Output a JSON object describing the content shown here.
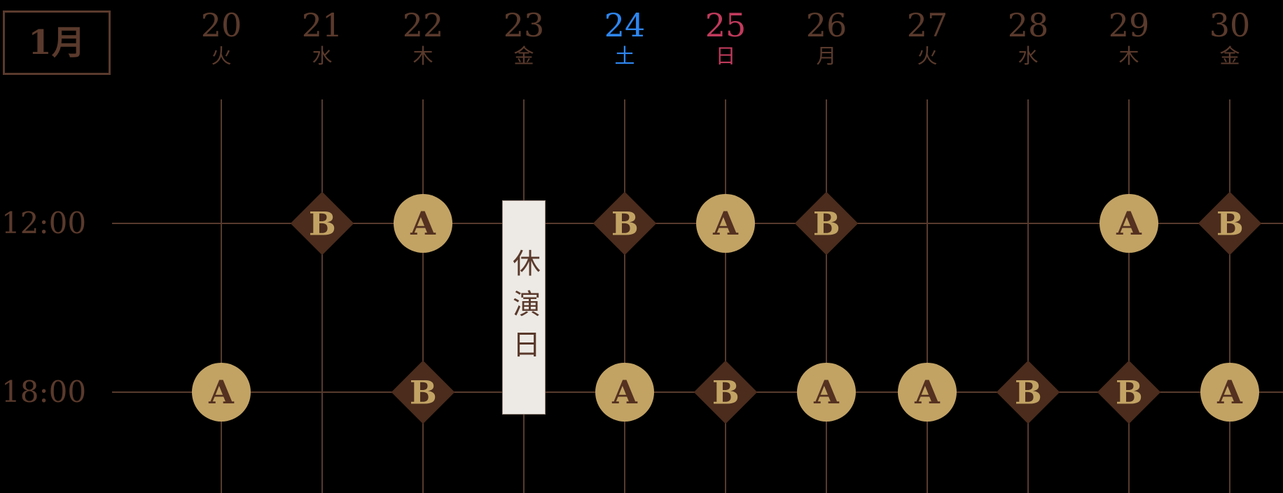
{
  "month": {
    "label": "1月"
  },
  "days": [
    {
      "date": "20",
      "weekday": "火",
      "style": "default"
    },
    {
      "date": "21",
      "weekday": "水",
      "style": "default"
    },
    {
      "date": "22",
      "weekday": "木",
      "style": "default"
    },
    {
      "date": "23",
      "weekday": "金",
      "style": "default"
    },
    {
      "date": "24",
      "weekday": "土",
      "style": "saturday"
    },
    {
      "date": "25",
      "weekday": "日",
      "style": "sunday"
    },
    {
      "date": "26",
      "weekday": "月",
      "style": "default"
    },
    {
      "date": "27",
      "weekday": "火",
      "style": "default"
    },
    {
      "date": "28",
      "weekday": "水",
      "style": "default"
    },
    {
      "date": "29",
      "weekday": "木",
      "style": "default"
    },
    {
      "date": "30",
      "weekday": "金",
      "style": "default"
    }
  ],
  "schedule": {
    "rows": [
      {
        "time": "12:00",
        "cells": [
          "",
          "B",
          "A",
          "",
          "B",
          "A",
          "B",
          "",
          "",
          "A",
          "B"
        ]
      },
      {
        "time": "18:00",
        "cells": [
          "A",
          "",
          "B",
          "",
          "A",
          "B",
          "A",
          "A",
          "B",
          "B",
          "A"
        ]
      }
    ]
  },
  "rest_day": {
    "label": "休演日",
    "date": "23",
    "column_index": 3
  },
  "marker_shapes": {
    "A": "gold-circle",
    "B": "dark-diamond"
  },
  "colors": {
    "background": "#000000",
    "text_brown": "#5a3a2c",
    "grid_line": "#573a2d",
    "diamond_fill": "#4b2c1d",
    "gold": "#c2a364",
    "marker_letter_dark": "#543120",
    "saturday_blue": "#2e86f0",
    "sunday_red": "#c03a5c",
    "rest_banner_bg": "#edeae5"
  }
}
